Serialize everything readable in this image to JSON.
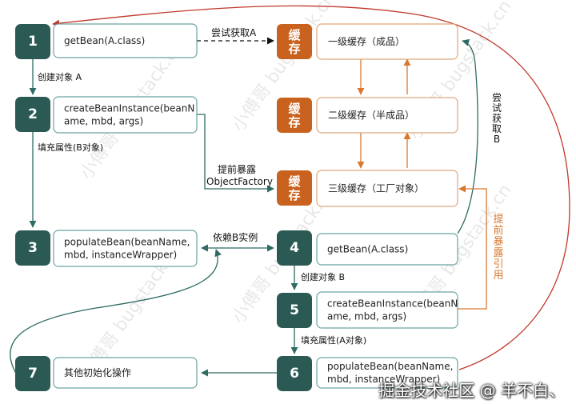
{
  "steps": [
    {
      "num": "1",
      "lines": [
        "getBean(A.class)"
      ]
    },
    {
      "num": "2",
      "lines": [
        "createBeanInstance(beanN",
        "ame, mbd, args)"
      ]
    },
    {
      "num": "3",
      "lines": [
        "populateBean(beanName,",
        "mbd, instanceWrapper)"
      ]
    },
    {
      "num": "7",
      "lines": [
        "其他初始化操作"
      ]
    },
    {
      "num": "4",
      "lines": [
        "getBean(A.class)"
      ]
    },
    {
      "num": "5",
      "lines": [
        "createBeanInstance(beanN",
        "ame, mbd, args)"
      ]
    },
    {
      "num": "6",
      "lines": [
        "populateBean(beanName,",
        "mbd, instanceWrapper)"
      ]
    }
  ],
  "caches": [
    {
      "badge": [
        "缓",
        "存"
      ],
      "label": "一级缓存（成品）"
    },
    {
      "badge": [
        "缓",
        "存"
      ],
      "label": "二级缓存（半成品）"
    },
    {
      "badge": [
        "缓",
        "存"
      ],
      "label": "三级缓存（工厂对象）"
    }
  ],
  "edge_labels": {
    "try_get_a": "尝试获取A",
    "create_a": "创建对象 A",
    "fill_b": "填充属性(B对象)",
    "early_expose": "提前暴露",
    "object_factory": "ObjectFactory",
    "depend_b": "依赖B实例",
    "create_b": "创建对象 B",
    "fill_a": "填充属性(A对象)",
    "try_get_b": "尝试获取B",
    "early_ref": "提前暴露引用"
  },
  "watermark": {
    "text": "小傅哥 bugstack.cn",
    "footer": "掘金技术社区 @ 羊不白、"
  },
  "colors": {
    "step_fill": "#2b5a54",
    "cache_fill": "#c8621e",
    "box_border": "#6ba3a0",
    "cache_border": "#e0a77a",
    "orange_line": "#d8782f",
    "green_line": "#2f6b64",
    "red_line": "#c0392b"
  }
}
